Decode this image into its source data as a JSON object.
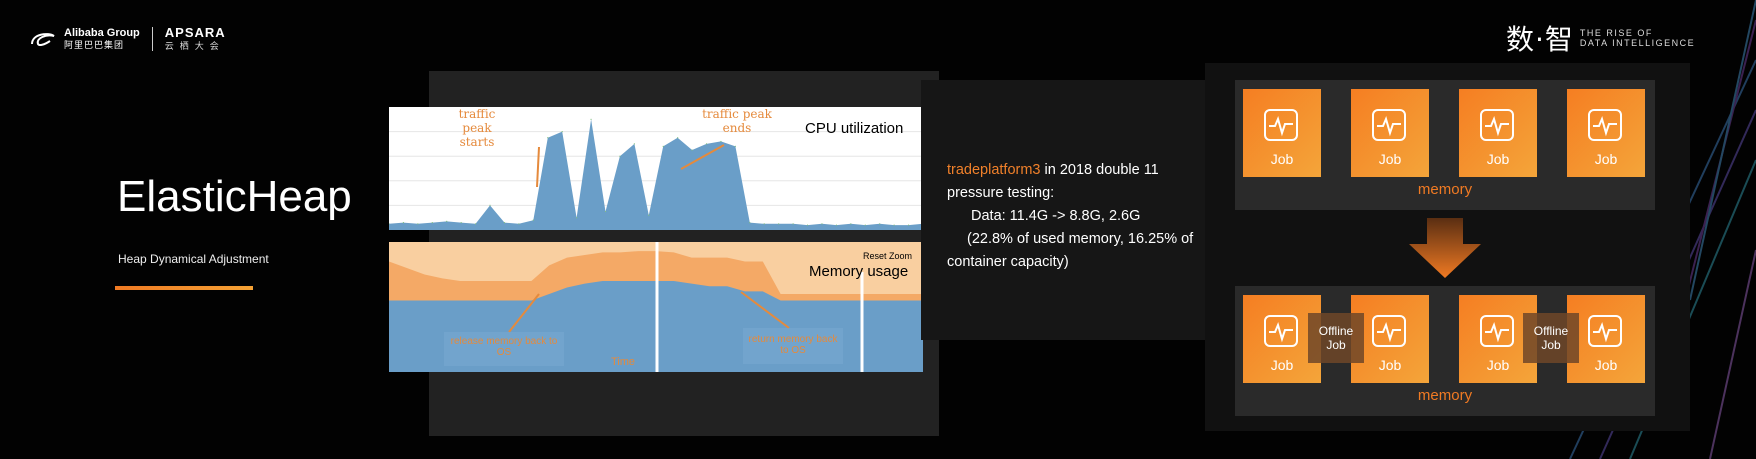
{
  "header": {
    "alibaba_label": "Alibaba Group",
    "alibaba_cn": "阿里巴巴集团",
    "apsara_label": "APSARA",
    "apsara_cn": "云栖大会",
    "right_cn": "数·智",
    "right_en_line1": "THE RISE OF",
    "right_en_line2": "DATA INTELLIGENCE"
  },
  "slide": {
    "title": "ElasticHeap",
    "subtitle": "Heap Dynamical Adjustment"
  },
  "charts": {
    "cpu": {
      "title": "CPU utilization",
      "annotation_start_1": "traffic peak",
      "annotation_start_2": "starts",
      "annotation_end_1": "traffic peak",
      "annotation_end_2": "ends"
    },
    "memory": {
      "title": "Memory usage",
      "reset_zoom": "Reset Zoom",
      "annotation_left": "release memory back to OS",
      "annotation_right": "return memory back to OS",
      "xlabel": "Time"
    }
  },
  "description": {
    "highlight": "tradeplatform3",
    "line1_rest": " in 2018 double 11",
    "line2": "pressure testing:",
    "line3": "Data: 11.4G -> 8.8G, 2.6G",
    "line4": "(22.8% of used memory, 16.25% of",
    "line5": "container capacity)"
  },
  "diagram": {
    "job_label": "Job",
    "memory_label": "memory",
    "offline_label_1": "Offline",
    "offline_label_2": "Job"
  },
  "chart_data": [
    {
      "type": "area",
      "title": "CPU utilization",
      "series": [
        {
          "values": [
            5,
            6,
            5,
            6,
            7,
            6,
            5,
            20,
            6,
            5,
            8,
            75,
            80,
            10,
            90,
            15,
            60,
            70,
            12,
            68,
            75,
            65,
            70,
            72,
            68,
            6,
            5,
            5,
            5,
            4,
            5,
            4,
            5,
            4,
            5,
            4,
            4,
            5
          ]
        }
      ]
    },
    {
      "type": "area",
      "title": "Memory usage",
      "series": [
        {
          "values": [
            85,
            80,
            75,
            72,
            70,
            70,
            70,
            70,
            70,
            82,
            88,
            90,
            92,
            92,
            93,
            93,
            92,
            88,
            88,
            88,
            85,
            85,
            60,
            60,
            60,
            60,
            60,
            60,
            60,
            60,
            60
          ]
        },
        {
          "values": [
            55,
            55,
            55,
            55,
            55,
            55,
            55,
            55,
            55,
            60,
            65,
            68,
            70,
            70,
            70,
            70,
            70,
            68,
            66,
            66,
            62,
            62,
            55,
            55,
            55,
            55,
            55,
            55,
            55,
            55,
            55
          ]
        }
      ]
    }
  ],
  "colors": {
    "accent": "#f07a23",
    "chart_blue": "#6a9ec8",
    "chart_orange": "#f4a966",
    "chart_light_orange": "#f9cfa0"
  }
}
